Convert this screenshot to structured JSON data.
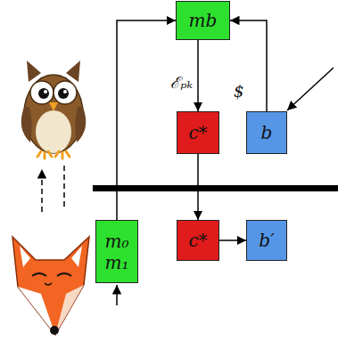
{
  "diagram": {
    "nodes": [
      {
        "text": [
          "mb"
        ]
      },
      {
        "text": [
          "c*"
        ]
      },
      {
        "text": [
          "b"
        ]
      },
      {
        "text": [
          "m₀",
          "m₁"
        ]
      },
      {
        "text": [
          "c*"
        ]
      },
      {
        "text": [
          "b′"
        ]
      }
    ],
    "edges": [
      {
        "from": 3,
        "to": 0,
        "arrow": "to"
      },
      {
        "from": 0,
        "to": 1,
        "arrow": "to",
        "label": "ℰₚₖ"
      },
      {
        "from": 2,
        "to": 0,
        "arrow": "to"
      },
      {
        "from": 1,
        "to": 4,
        "arrow": "to"
      },
      {
        "from": 4,
        "to": 5,
        "arrow": "to"
      }
    ],
    "labels": [
      "$"
    ]
  }
}
